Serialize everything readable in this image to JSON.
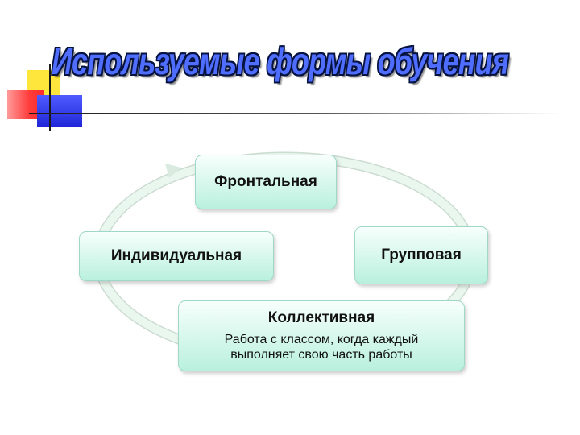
{
  "title": "Используемые формы обучения",
  "colors": {
    "accent_square_yellow": "#ffe63c",
    "accent_square_red": "#ff3b3b",
    "accent_square_blue": "#2026d8",
    "title_fill": "#4f6dff",
    "title_outline": "#06123f",
    "box_fill_top": "#f7fffc",
    "box_fill_bottom": "#b9f0de",
    "cycle_arrow": "#e2f3e8"
  },
  "diagram": {
    "type": "cycle",
    "nodes": [
      {
        "id": "frontal",
        "label": "Фронтальная"
      },
      {
        "id": "group",
        "label": "Групповая"
      },
      {
        "id": "collective",
        "label": "Коллективная",
        "description": "Работа с классом, когда каждый выполняет свою часть работы"
      },
      {
        "id": "individual",
        "label": "Индивидуальная"
      }
    ]
  }
}
